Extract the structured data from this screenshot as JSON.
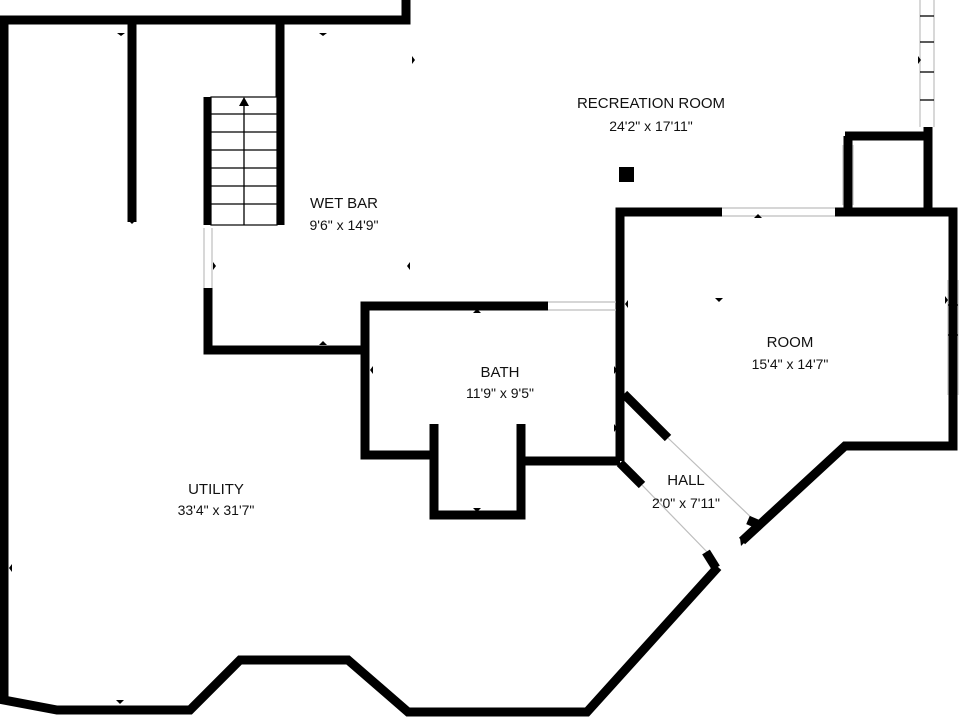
{
  "floorplan": {
    "rooms": [
      {
        "id": "recreation-room",
        "name": "RECREATION ROOM",
        "dimensions": "24'2\" x 17'11\""
      },
      {
        "id": "wet-bar",
        "name": "WET BAR",
        "dimensions": "9'6\" x 14'9\""
      },
      {
        "id": "room",
        "name": "ROOM",
        "dimensions": "15'4\" x 14'7\""
      },
      {
        "id": "bath",
        "name": "BATH",
        "dimensions": "11'9\" x 9'5\""
      },
      {
        "id": "hall",
        "name": "HALL",
        "dimensions": "2'0\" x 7'11\""
      },
      {
        "id": "utility",
        "name": "UTILITY",
        "dimensions": "33'4\" x 31'7\""
      }
    ]
  }
}
